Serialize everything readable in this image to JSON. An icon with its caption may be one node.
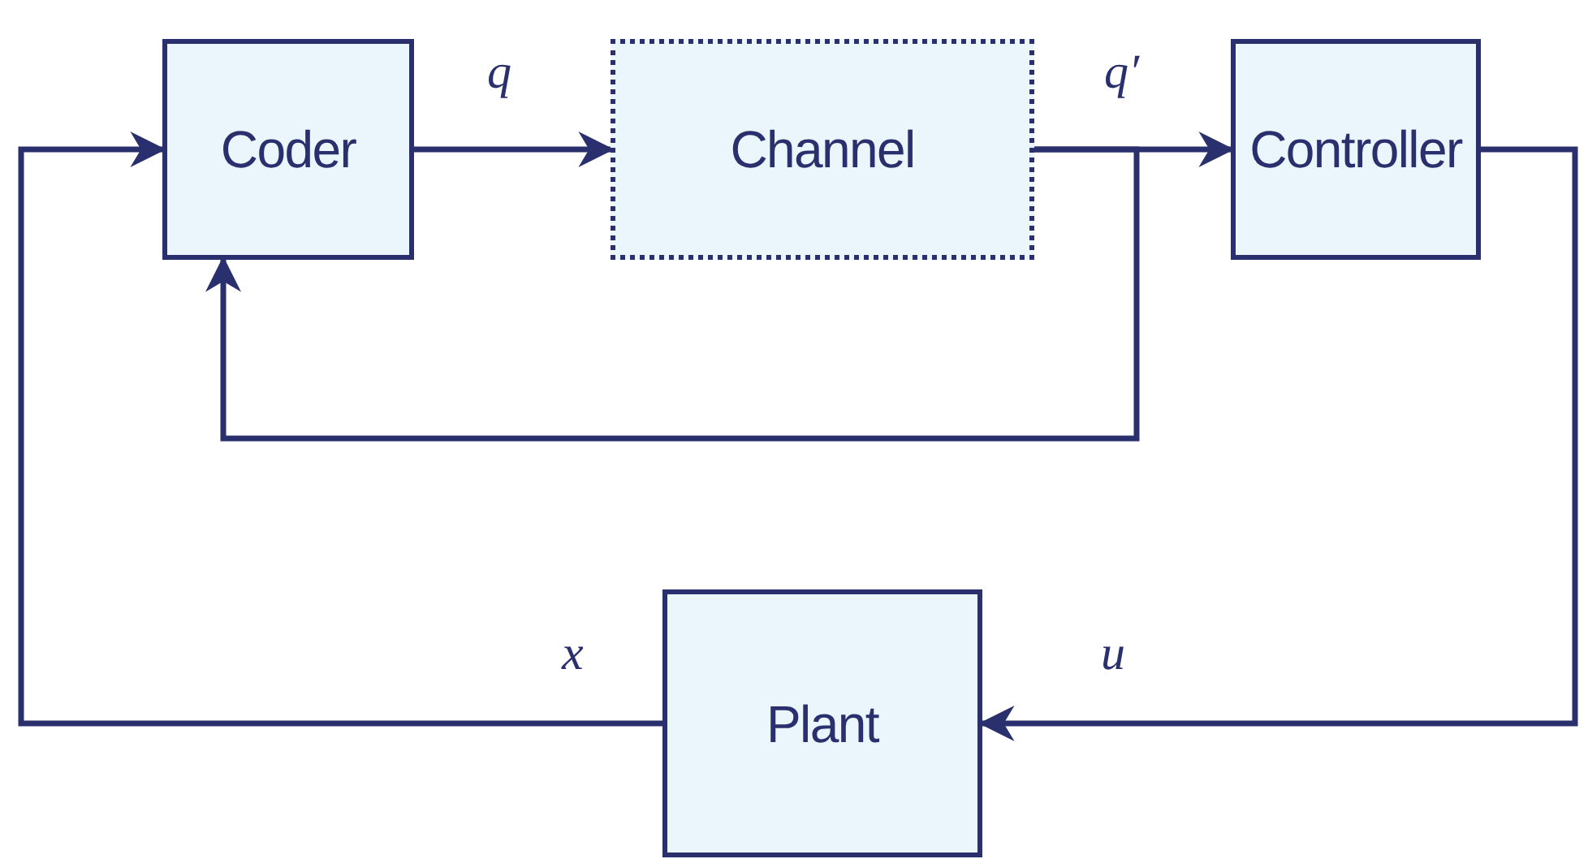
{
  "diagram": {
    "nodes": [
      {
        "text": [
          "Coder"
        ]
      },
      {
        "text": [
          "Channel"
        ]
      },
      {
        "text": [
          "Controller"
        ]
      },
      {
        "text": [
          "Plant"
        ]
      }
    ],
    "edges": [
      {
        "from": 0,
        "to": 1,
        "arrow": "to",
        "label": "q"
      },
      {
        "from": 1,
        "to": 2,
        "arrow": "to",
        "label": "q′"
      },
      {
        "from": 1,
        "to": 0,
        "arrow": "to"
      },
      {
        "from": 2,
        "to": 3,
        "arrow": "to",
        "label": "u"
      },
      {
        "from": 3,
        "to": 0,
        "arrow": "to",
        "label": "x"
      }
    ]
  }
}
